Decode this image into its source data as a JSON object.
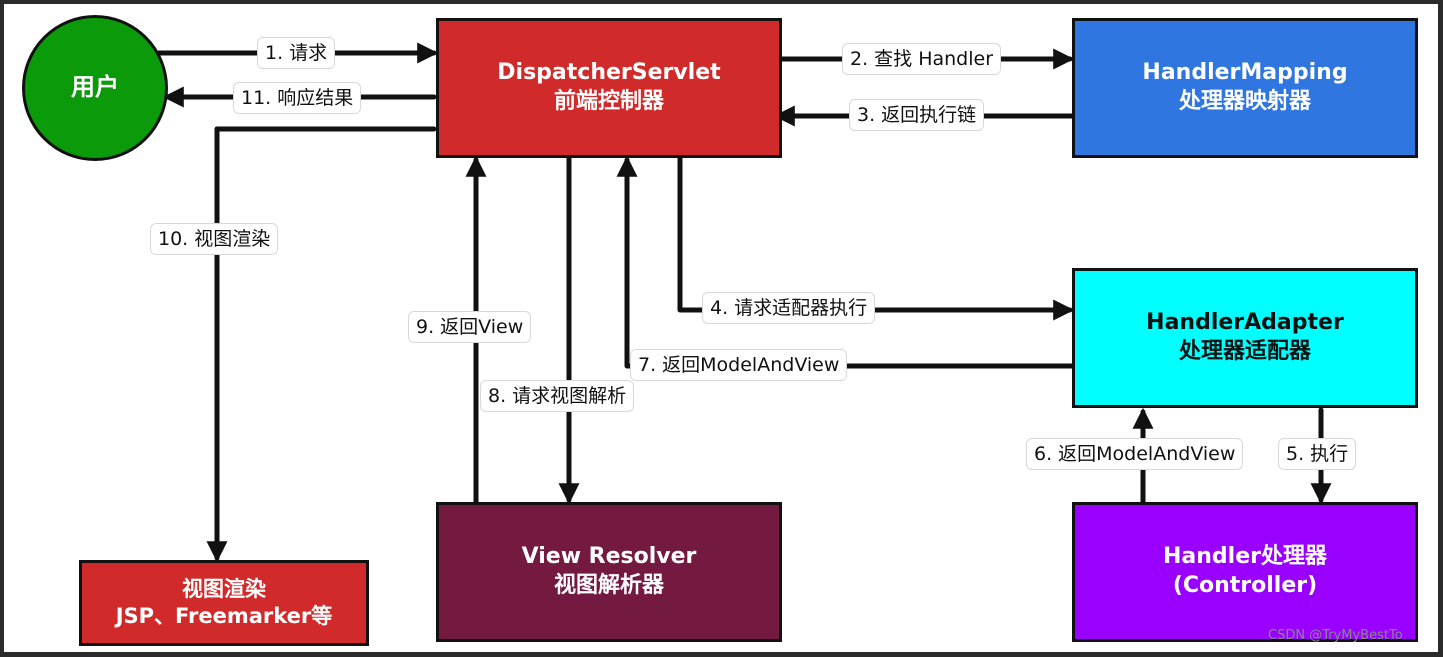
{
  "nodes": {
    "user": "用户",
    "dispatcher": [
      "DispatcherServlet",
      "前端控制器"
    ],
    "handler_mapping": [
      "HandlerMapping",
      "处理器映射器"
    ],
    "handler_adapter": [
      "HandlerAdapter",
      "处理器适配器"
    ],
    "handler": [
      "Handler处理器",
      "(Controller)"
    ],
    "view_resolver": [
      "View Resolver",
      "视图解析器"
    ],
    "view_render": [
      "视图渲染",
      "JSP、Freemarker等"
    ]
  },
  "edges": {
    "e1": "1. 请求",
    "e2": "2. 查找 Handler",
    "e3": "3. 返回执行链",
    "e4": "4. 请求适配器执行",
    "e5": "5. 执行",
    "e6": "6. 返回ModelAndView",
    "e7": "7. 返回ModelAndView",
    "e8": "8. 请求视图解析",
    "e9": "9. 返回View",
    "e10": "10. 视图渲染",
    "e11": "11. 响应结果"
  },
  "watermark": "CSDN @TryMyBestTo"
}
